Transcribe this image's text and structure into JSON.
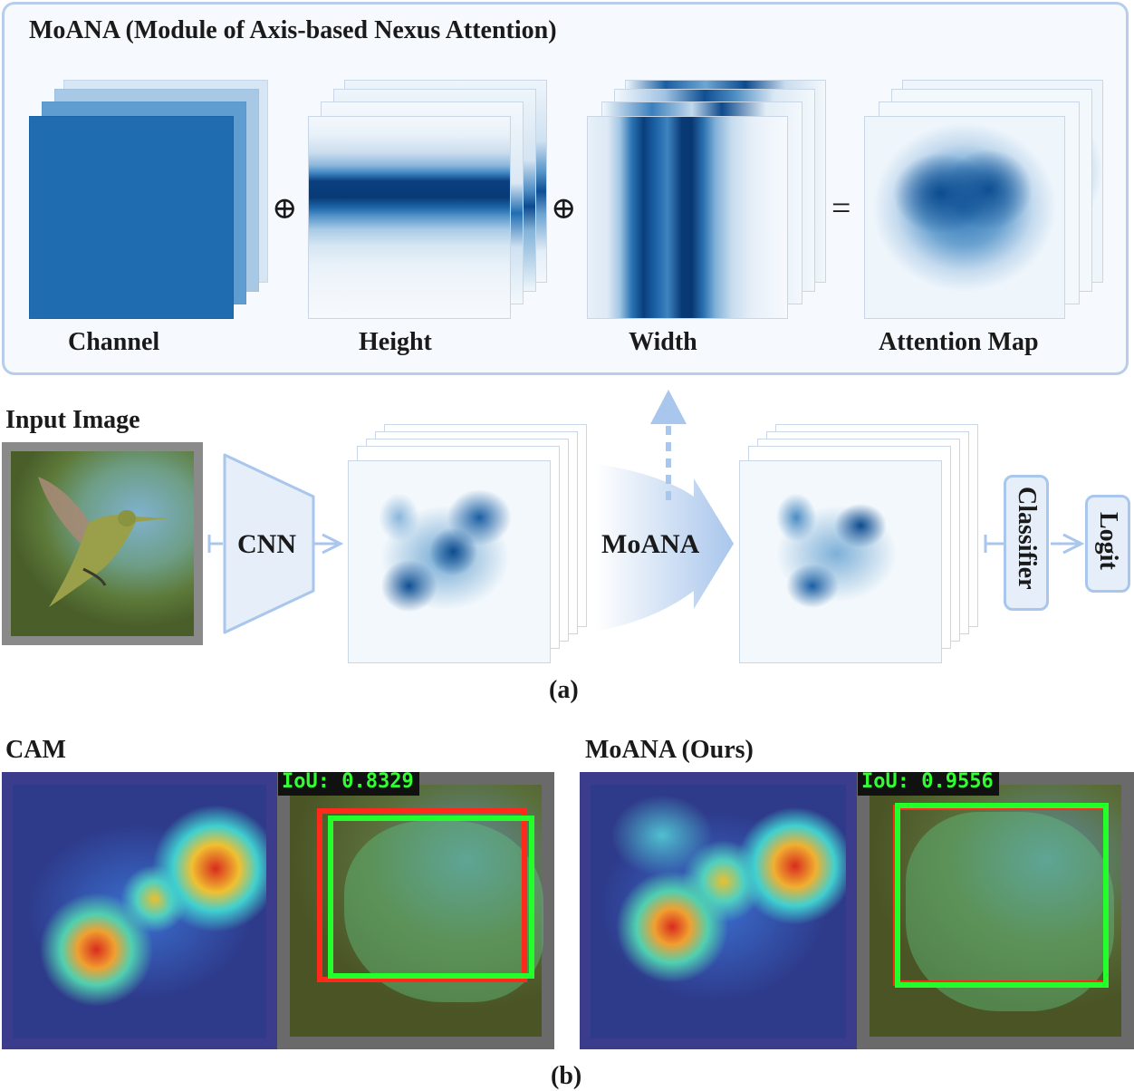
{
  "module": {
    "title": "MoANA (Module of Axis-based Nexus Attention)",
    "labels": {
      "channel": "Channel",
      "height": "Height",
      "width": "Width",
      "attention_map": "Attention Map"
    },
    "operators": {
      "plus1": "⊕",
      "plus2": "⊕",
      "equals": "="
    }
  },
  "pipeline": {
    "input_label": "Input Image",
    "cnn_label": "CNN",
    "moana_label": "MoANA",
    "classifier_label": "Classifier",
    "logit_label": "Logit",
    "caption_a": "(a)"
  },
  "comparison": {
    "cam_label": "CAM",
    "ours_label": "MoANA (Ours)",
    "cam_iou": "IoU: 0.8329",
    "ours_iou": "IoU: 0.9556",
    "caption_b": "(b)"
  },
  "colors": {
    "accent_blue": "#1f6db0",
    "panel_border": "#b7cdea",
    "arrow_light": "#a9c6ec",
    "box_red": "#ff2a1a",
    "box_green": "#22ff2a",
    "iou_green": "#32ff32"
  }
}
